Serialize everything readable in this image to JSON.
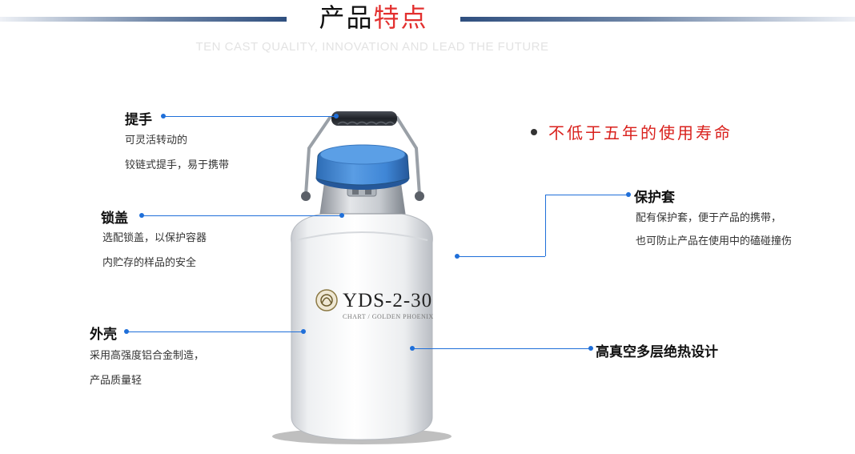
{
  "header": {
    "title_part1": "产品",
    "title_part2": "特点",
    "subtitle": "TEN CAST QUALITY, INNOVATION AND LEAD THE FUTURE"
  },
  "highlight": "不低于五年的使用寿命",
  "product": {
    "model": "YDS-2-30",
    "brand_line": "CHART / GOLDEN PHOENIX"
  },
  "features": {
    "handle": {
      "title": "提手",
      "desc1": "可灵活转动的",
      "desc2": "铰链式提手，易于携带"
    },
    "lid": {
      "title": "锁盖",
      "desc1": "选配锁盖，以保护容器",
      "desc2": "内贮存的样品的安全"
    },
    "shell": {
      "title": "外壳",
      "desc1": "采用高强度铝合金制造，",
      "desc2": "产品质量轻"
    },
    "cover": {
      "title": "保护套",
      "desc1": "配有保护套，便于产品的携带，",
      "desc2": "也可防止产品在使用中的磕碰撞伤"
    },
    "insulation": {
      "title": "高真空多层绝热设计"
    }
  },
  "colors": {
    "accent_blue": "#1f6fd9",
    "highlight_red": "#d9201c",
    "lid_blue": "#3f86d6",
    "header_navy": "#2f4f7f"
  }
}
